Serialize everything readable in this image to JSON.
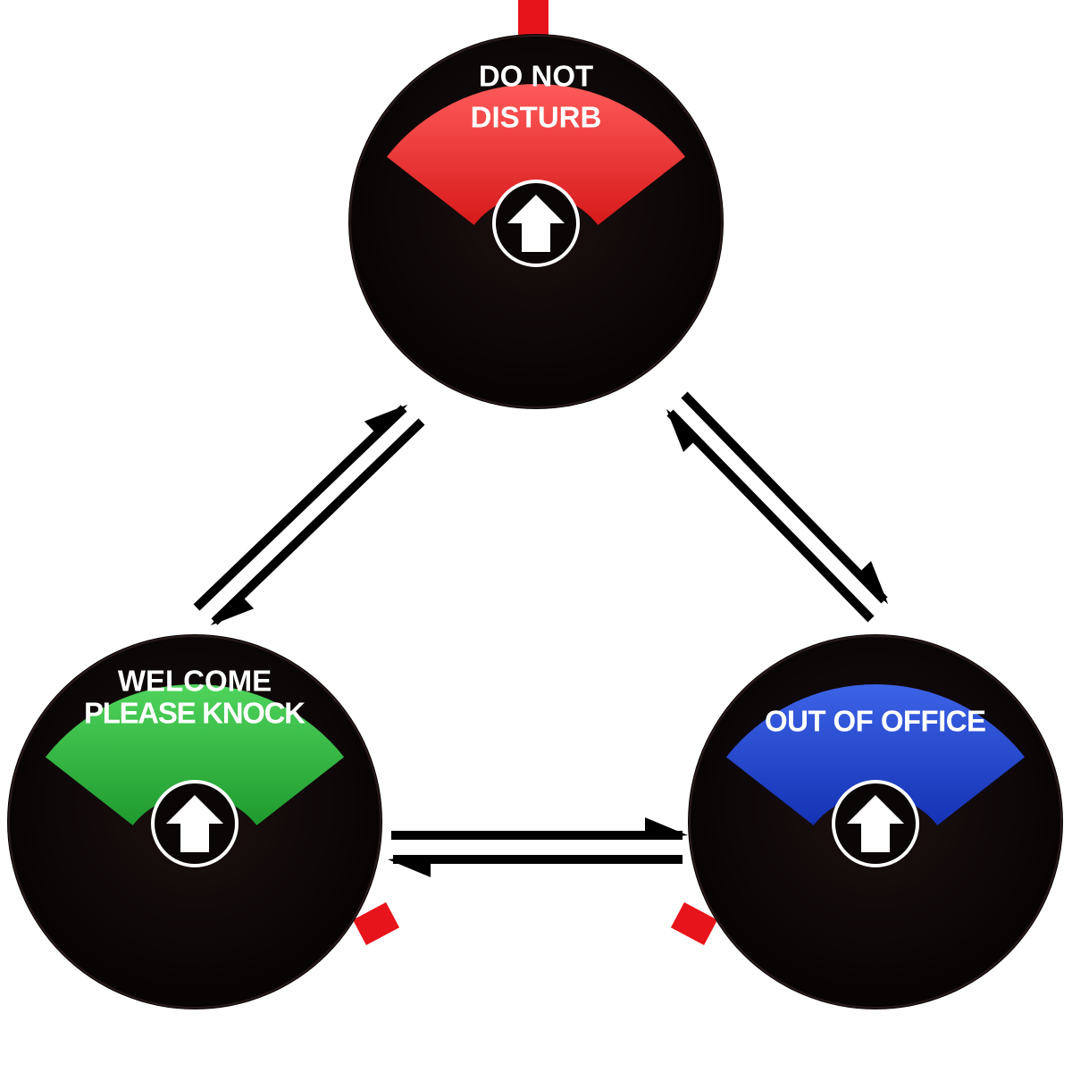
{
  "signs": [
    {
      "id": "do-not-disturb",
      "lines": [
        "DO NOT",
        "DISTURB"
      ],
      "color": "#d71a1a",
      "color_light": "#ff5a5a",
      "icon": "up-arrow-icon"
    },
    {
      "id": "welcome-please-knock",
      "lines": [
        "WELCOME",
        "PLEASE KNOCK"
      ],
      "color": "#1f9a2e",
      "color_light": "#4fd45c",
      "icon": "up-arrow-icon"
    },
    {
      "id": "out-of-office",
      "lines": [
        "OUT OF OFFICE"
      ],
      "color": "#1432b4",
      "color_light": "#3d63e6",
      "icon": "up-arrow-icon"
    }
  ],
  "colors": {
    "disc": "#0b0606",
    "slider_tab": "#e8141b",
    "arrow": "#000000",
    "background": "#ffffff"
  },
  "transitions": [
    {
      "from": "welcome-please-knock",
      "to": "do-not-disturb"
    },
    {
      "from": "do-not-disturb",
      "to": "welcome-please-knock"
    },
    {
      "from": "do-not-disturb",
      "to": "out-of-office"
    },
    {
      "from": "out-of-office",
      "to": "do-not-disturb"
    },
    {
      "from": "welcome-please-knock",
      "to": "out-of-office"
    },
    {
      "from": "out-of-office",
      "to": "welcome-please-knock"
    }
  ]
}
